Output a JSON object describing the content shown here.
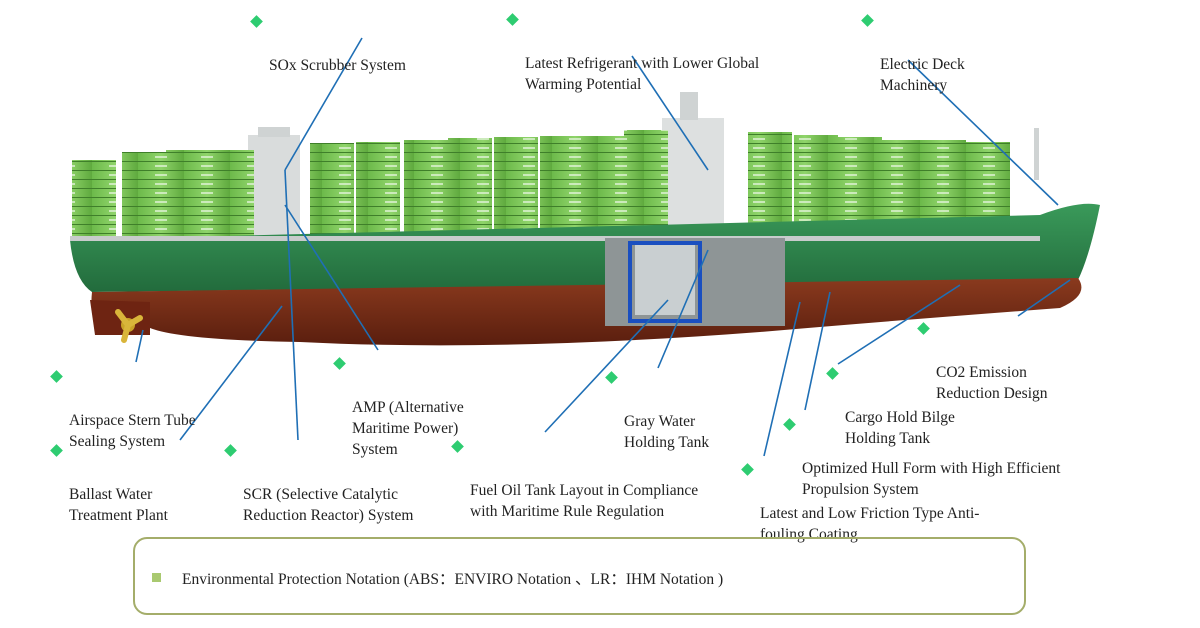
{
  "callouts": [
    {
      "id": "sox",
      "text": "SOx Scrubber System"
    },
    {
      "id": "refrig",
      "text": "Latest Refrigerant with Lower Global\nWarming Potential"
    },
    {
      "id": "deck",
      "text": "Electric Deck\nMachinery"
    },
    {
      "id": "co2",
      "text": "CO2 Emission\nReduction Design"
    },
    {
      "id": "bilge",
      "text": "Cargo Hold Bilge\nHolding Tank"
    },
    {
      "id": "hull",
      "text": "Optimized Hull Form with High Efficient\nPropulsion System"
    },
    {
      "id": "antifoul",
      "text": "Latest and Low Friction Type Anti-\nfouling Coating"
    },
    {
      "id": "fuel",
      "text": "Fuel Oil Tank Layout in Compliance\nwith Maritime Rule Regulation"
    },
    {
      "id": "gray",
      "text": "Gray Water\nHolding Tank"
    },
    {
      "id": "amp",
      "text": "AMP (Alternative\nMaritime Power)\nSystem"
    },
    {
      "id": "scr",
      "text": "SCR (Selective Catalytic\nReduction Reactor) System"
    },
    {
      "id": "ballast",
      "text": "Ballast Water\nTreatment Plant"
    },
    {
      "id": "stern",
      "text": "Airspace Stern Tube\nSealing System"
    }
  ],
  "legend": {
    "text": "Environmental Protection Notation (ABS：ENVIRO Notation 、LR：IHM Notation )"
  },
  "colors": {
    "callout_marker": "#2ecc71",
    "hull_green": "#2f8a4e",
    "hull_red": "#7a2a16",
    "container_green": "#7ec85a",
    "legend_border": "#a4ad6a",
    "legend_marker": "#a9c970",
    "leader_line": "#1f6fb5"
  }
}
